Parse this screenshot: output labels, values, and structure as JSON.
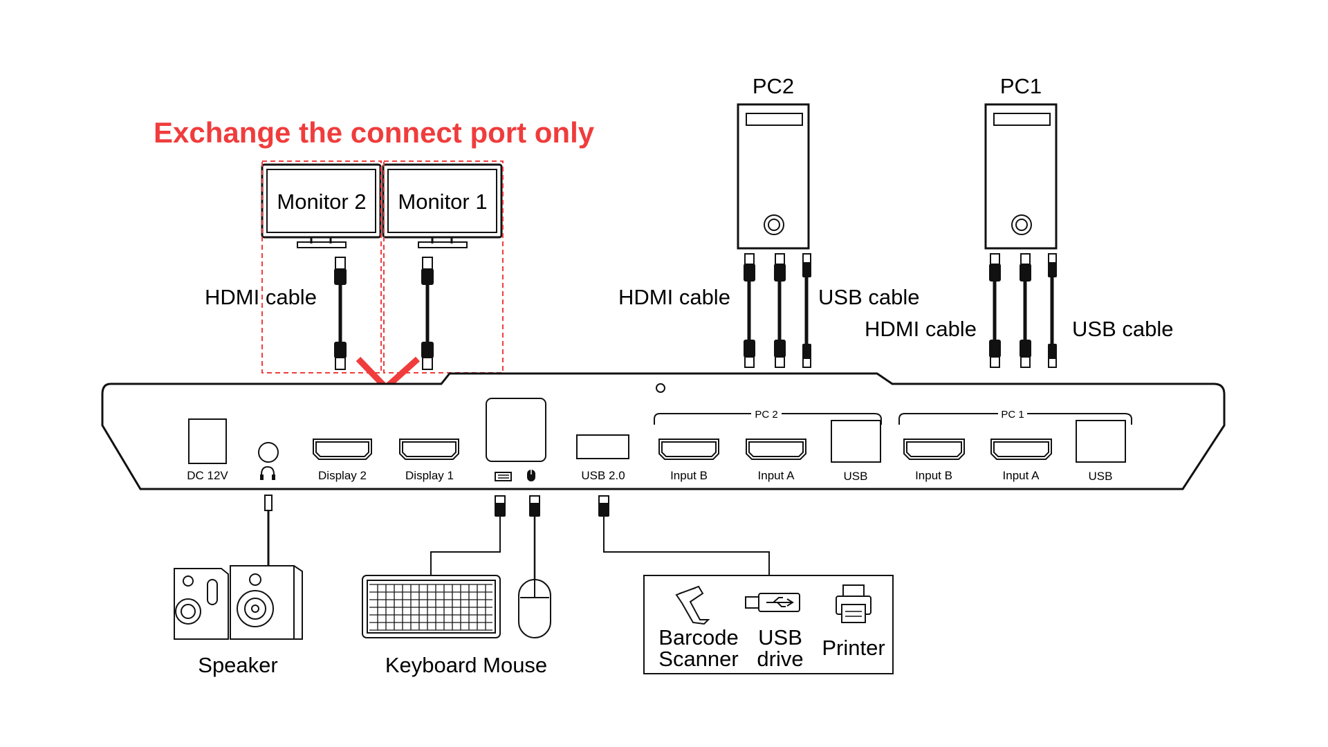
{
  "colors": {
    "accent": "#f03c3c",
    "line": "#111111"
  },
  "heading": "Exchange the connect port only",
  "monitors": [
    "Monitor 2",
    "Monitor 1"
  ],
  "pcs": [
    "PC2",
    "PC1"
  ],
  "cables": {
    "hdmi_monitors": "HDMI cable",
    "pc2_hdmi": "HDMI cable",
    "pc2_usb": "USB cable",
    "pc1_hdmi": "HDMI cable",
    "pc1_usb": "USB cable"
  },
  "kvm": {
    "power": "DC 12V",
    "display2": "Display 2",
    "display1": "Display 1",
    "usb20": "USB 2.0",
    "pc2_group": "PC 2",
    "pc1_group": "PC 1",
    "pc2_input_b": "Input B",
    "pc2_input_a": "Input A",
    "pc2_usb": "USB",
    "pc1_input_b": "Input B",
    "pc1_input_a": "Input A",
    "pc1_usb": "USB"
  },
  "peripherals": {
    "speaker": "Speaker",
    "keyboard_mouse": "Keyboard Mouse",
    "barcode_line1": "Barcode",
    "barcode_line2": "Scanner",
    "usb_line1": "USB",
    "usb_line2": "drive",
    "printer": "Printer"
  },
  "icons": [
    "headphone-icon",
    "keyboard-icon",
    "mouse-icon",
    "barcode-scanner-icon",
    "usb-drive-icon",
    "printer-icon",
    "speaker-icon"
  ]
}
